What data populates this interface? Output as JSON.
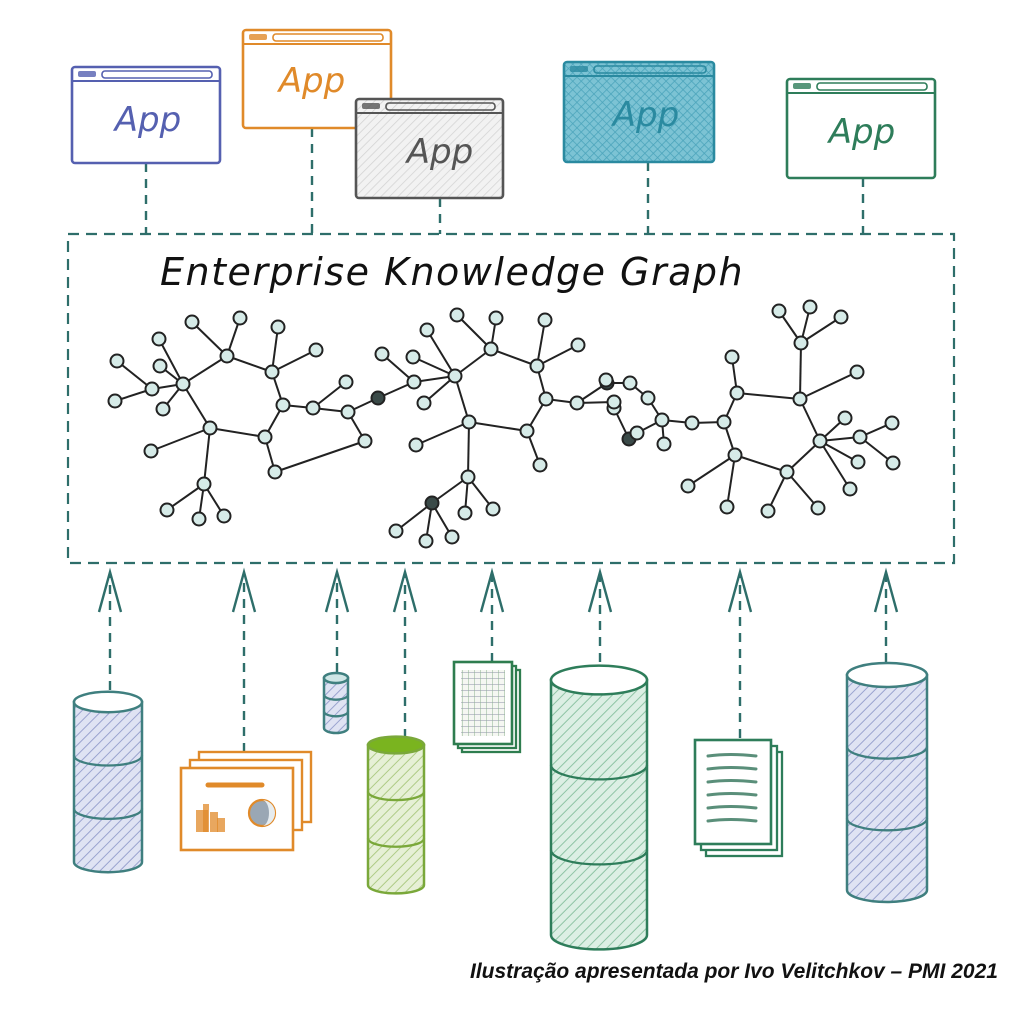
{
  "diagram": {
    "title": "Enterprise Knowledge Graph",
    "caption": "Ilustração apresentada por Ivo Velitchkov – PMI 2021",
    "apps": [
      {
        "label": "App",
        "color": "#5560b0",
        "fill": "none"
      },
      {
        "label": "App",
        "color": "#e08a2a",
        "fill": "none"
      },
      {
        "label": "App",
        "color": "#555555",
        "fill": "gray-hatch"
      },
      {
        "label": "App",
        "color": "#2a8aa0",
        "fill": "teal-crosshatch"
      },
      {
        "label": "App",
        "color": "#2e7d5a",
        "fill": "none"
      }
    ],
    "sources": [
      {
        "kind": "database-cylinder",
        "color": "#3f7f7f",
        "fill": "blue-hatch"
      },
      {
        "kind": "presentation-slides",
        "color": "#e08a2a",
        "fill": "none"
      },
      {
        "kind": "small-database-cylinder",
        "color": "#3f7f7f",
        "fill": "blue-hatch"
      },
      {
        "kind": "database-cylinder",
        "color": "#7aa83a",
        "fill": "green-hatch"
      },
      {
        "kind": "spreadsheet-documents",
        "color": "#2e7d4f",
        "fill": "grid"
      },
      {
        "kind": "large-database-cylinder",
        "color": "#2e7d5a",
        "fill": "mint-hatch"
      },
      {
        "kind": "text-documents",
        "color": "#2e7d5a",
        "fill": "lines"
      },
      {
        "kind": "database-cylinder",
        "color": "#3f7f7f",
        "fill": "blue-hatch"
      }
    ],
    "colors": {
      "connector": "#2e6e6a",
      "graph_stroke": "#222222",
      "node_fill": "#d6ebe8",
      "node_dark_fill": "#3a4a48"
    }
  }
}
